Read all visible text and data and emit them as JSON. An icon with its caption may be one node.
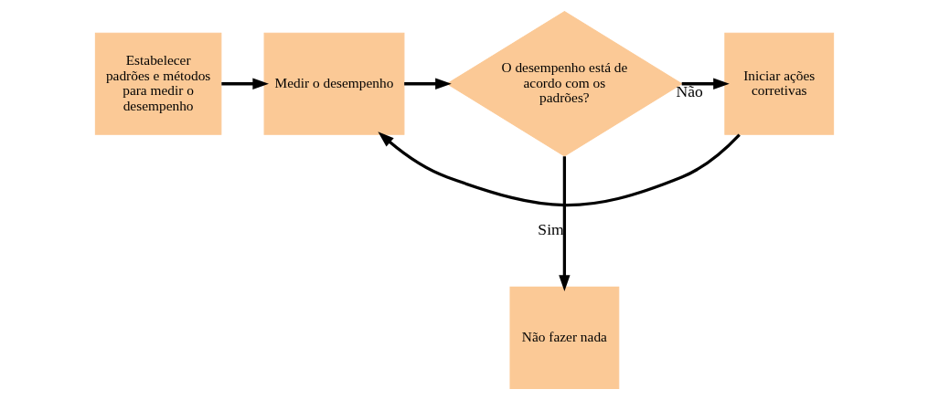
{
  "diagram": {
    "nodes": [
      {
        "text": [
          "Estabelecer padrões e métodos para medir o desempenho"
        ]
      },
      {
        "text": [
          "Medir o desempenho"
        ]
      },
      {
        "text": [
          "O desempenho está de acordo com os padrões?"
        ]
      },
      {
        "text": [
          "Iniciar ações corretivas"
        ]
      },
      {
        "text": [
          "Não fazer nada"
        ]
      }
    ],
    "edges": [
      {
        "from": 0,
        "to": 1,
        "arrow": "to"
      },
      {
        "from": 1,
        "to": 2,
        "arrow": "to"
      },
      {
        "from": 2,
        "to": 3,
        "arrow": "to",
        "label": "Não"
      },
      {
        "from": 2,
        "to": 4,
        "arrow": "to",
        "label": "Sim"
      },
      {
        "from": 3,
        "to": 1,
        "arrow": "to"
      }
    ]
  }
}
